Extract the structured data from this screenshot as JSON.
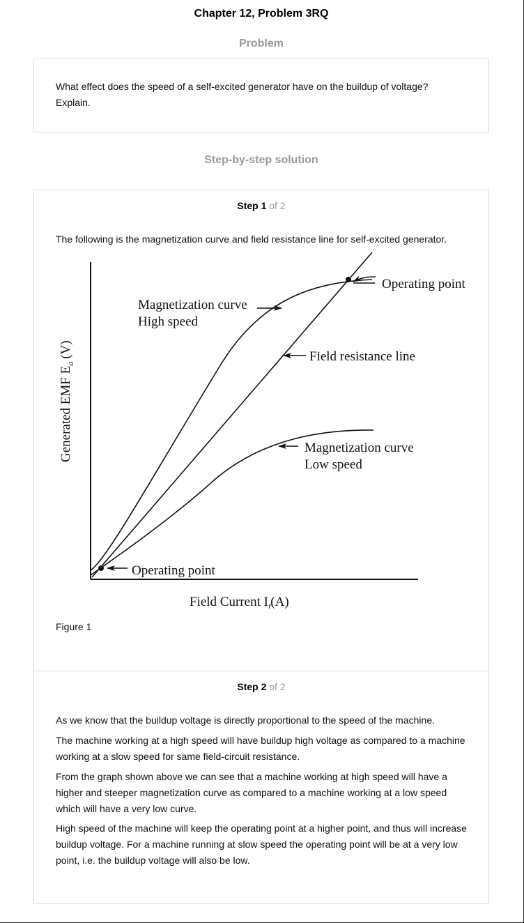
{
  "header": {
    "title": "Chapter 12, Problem 3RQ"
  },
  "problem": {
    "label": "Problem",
    "text": "What effect does the speed of a self-excited generator have on the buildup of voltage? Explain."
  },
  "solution": {
    "label": "Step-by-step solution",
    "step1": {
      "step_word": "Step 1",
      "of_text": "of 2",
      "intro": "The following is the magnetization curve and field resistance line for self-excited generator.",
      "figure": {
        "y_axis_label": "Generated EMF E",
        "y_axis_subscript": "a",
        "y_axis_unit": "(V)",
        "x_axis_label": "Field Current I",
        "x_axis_subscript": "f",
        "x_axis_unit": "(A)",
        "label_high_1": "Magnetization curve",
        "label_high_2": "High speed",
        "label_resistance": "Field resistance line",
        "label_low_1": "Magnetization curve",
        "label_low_2": "Low speed",
        "label_op_top": "Operating point",
        "label_op_bottom": "Operating point"
      },
      "caption": "Figure 1"
    },
    "step2": {
      "step_word": "Step 2",
      "of_text": "of 2",
      "p1": "As we know that the buildup voltage is directly proportional to the speed of the machine.",
      "p2": "The machine working at a high speed will have buildup high voltage as compared to a machine working at a slow speed for same field-circuit resistance.",
      "p3": "From the graph shown above we can see that a machine working at high speed will have a higher and steeper magnetization curve as compared to a machine working at a low speed which will have a very low curve.",
      "p4": "High speed of the machine will keep the operating point at a higher point, and thus will increase buildup voltage. For a machine running at slow speed the operating point will be at a very low point, i.e. the buildup voltage will also be low."
    }
  }
}
